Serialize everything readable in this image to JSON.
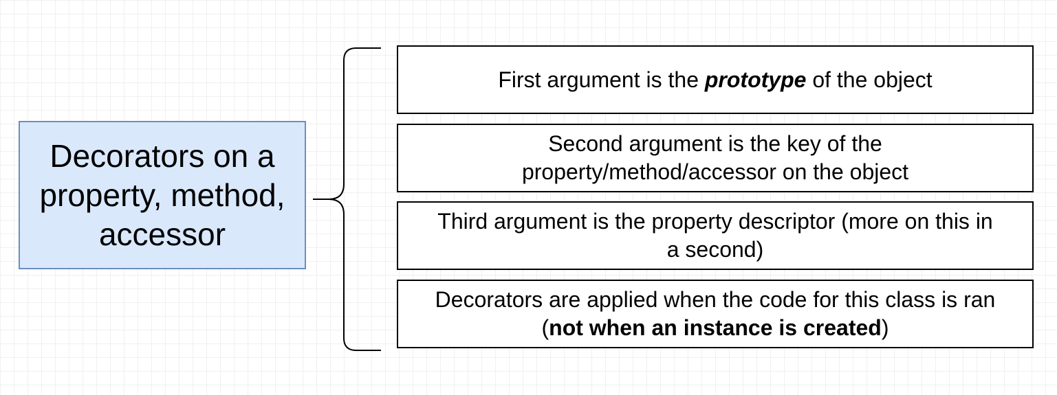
{
  "main": {
    "title_lines": [
      "Decorators on a",
      "property, method,",
      "accessor"
    ],
    "fill_color": "#dae8fc",
    "border_color": "#6c8ebf"
  },
  "items": [
    {
      "before": "First argument is the ",
      "emphasis": "prototype",
      "after": " of the object"
    },
    {
      "line1": "Second argument is the key of the",
      "line2": "property/method/accessor on the object"
    },
    {
      "line1": "Third argument is the property descriptor (more on this in",
      "line2": "a second)"
    },
    {
      "line1": "Decorators are applied when the code for this class is ran",
      "line2_open": "(",
      "line2_bold": "not when an instance is created",
      "line2_close": ")"
    }
  ]
}
